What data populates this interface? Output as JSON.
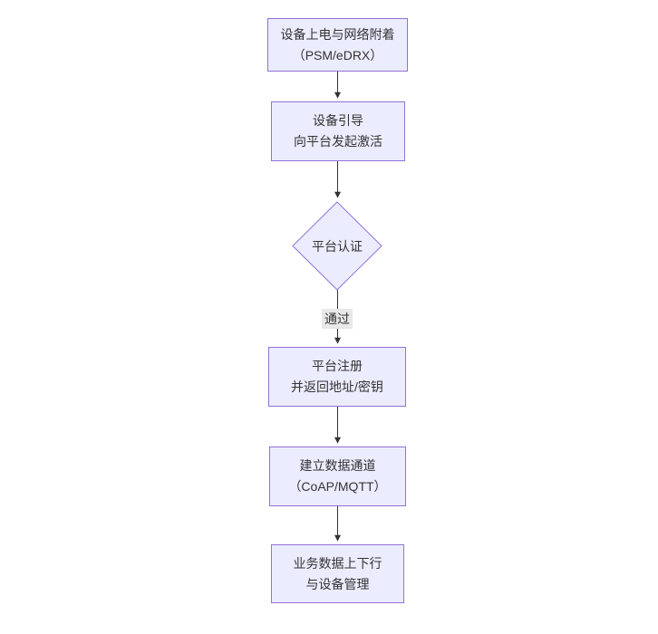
{
  "diagram": {
    "type": "flowchart-vertical",
    "nodes": [
      {
        "id": "A",
        "shape": "rect",
        "line1": "设备上电与网络附着",
        "line2": "（PSM/eDRX）"
      },
      {
        "id": "B",
        "shape": "rect",
        "line1": "设备引导",
        "line2": "向平台发起激活"
      },
      {
        "id": "C",
        "shape": "diamond",
        "label": "平台认证"
      },
      {
        "id": "D",
        "shape": "rect",
        "line1": "平台注册",
        "line2": "并返回地址/密钥"
      },
      {
        "id": "E",
        "shape": "rect",
        "line1": "建立数据通道",
        "line2": "（CoAP/MQTT）"
      },
      {
        "id": "F",
        "shape": "rect",
        "line1": "业务数据上下行",
        "line2": "与设备管理"
      }
    ],
    "edges": [
      {
        "from": "A",
        "to": "B",
        "label": ""
      },
      {
        "from": "B",
        "to": "C",
        "label": ""
      },
      {
        "from": "C",
        "to": "D",
        "label": "通过"
      },
      {
        "from": "D",
        "to": "E",
        "label": ""
      },
      {
        "from": "E",
        "to": "F",
        "label": ""
      }
    ],
    "colors": {
      "node_fill": "#ECECFF",
      "node_border": "#9370DB",
      "edge_stroke": "#333333",
      "text": "#333333",
      "edge_label_bg": "#e8e8e8",
      "background": "#ffffff"
    }
  }
}
